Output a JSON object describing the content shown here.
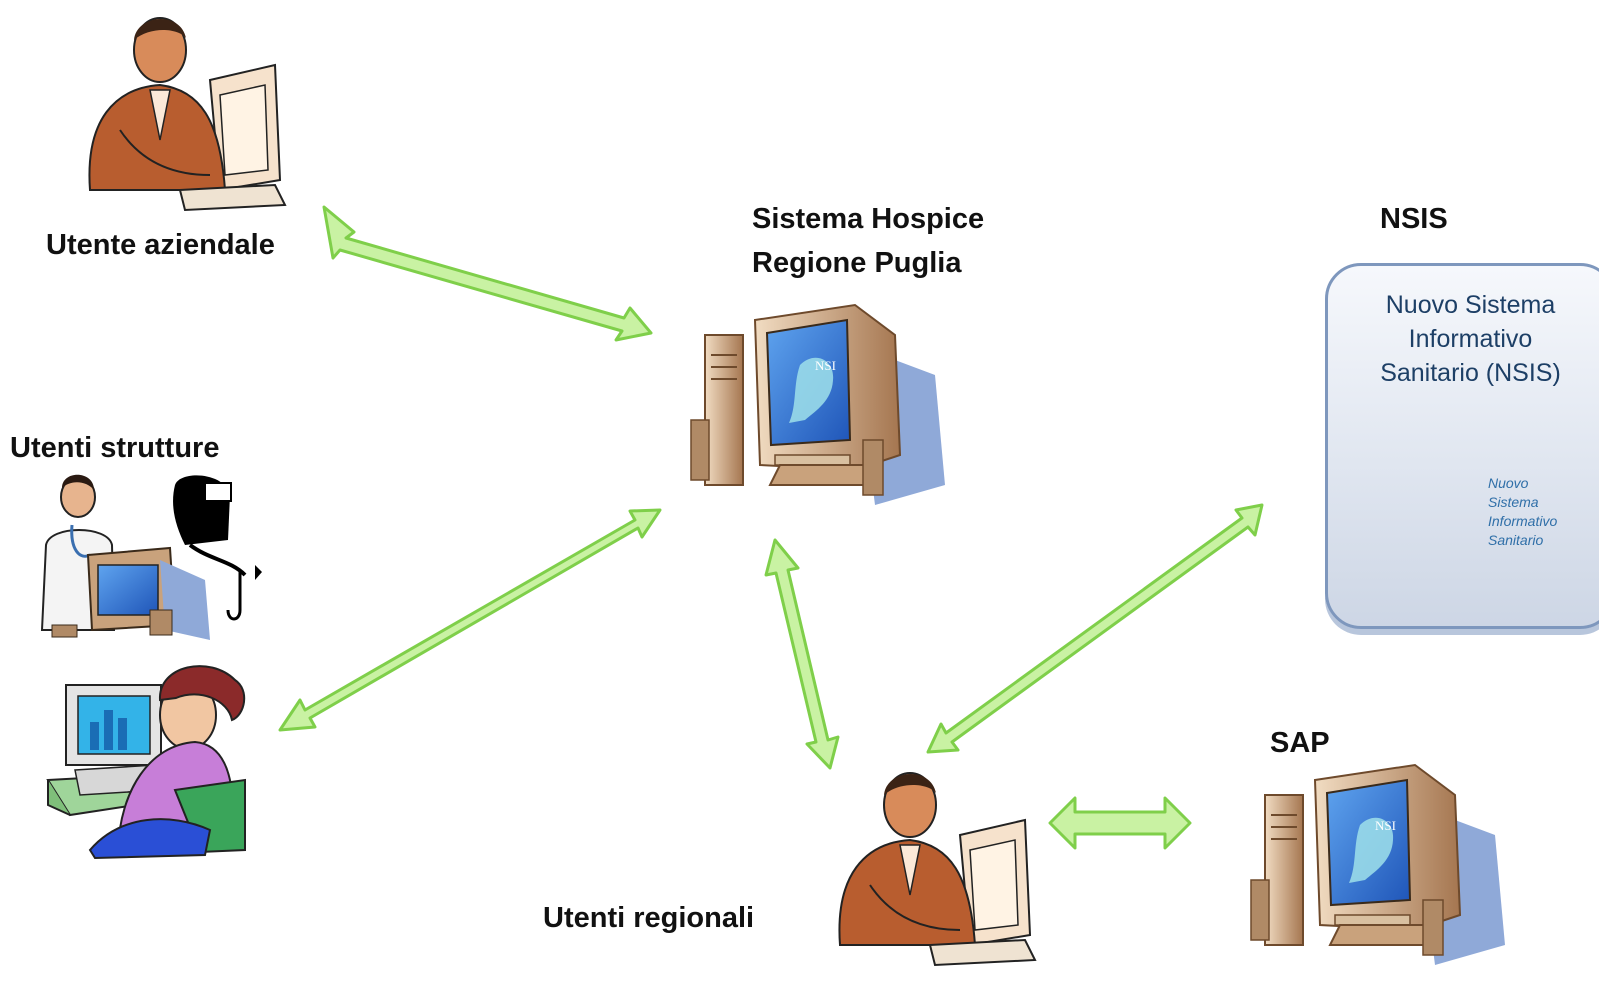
{
  "labels": {
    "utente_aziendale": "Utente aziendale",
    "utenti_strutture": "Utenti strutture",
    "sistema_line1": "Sistema Hospice",
    "sistema_line2": "Regione Puglia",
    "nsis": "NSIS",
    "sap": "SAP",
    "utenti_regionali": "Utenti regionali"
  },
  "nsis_card": {
    "title_lines": [
      "Nuovo Sistema",
      "Informativo",
      "Sanitario (NSIS)"
    ],
    "logo_lines": [
      "Nuovo",
      "Sistema",
      "Informativo",
      "Sanitario"
    ]
  },
  "monitor_screen_text": "NSI",
  "colors": {
    "arrow_fill": "#c9f2a3",
    "arrow_stroke": "#7fcf4a",
    "skin": "#d88b5a",
    "suit": "#b85d2f",
    "monitor_body": "#c9a27c",
    "screen": "#3f7fd6",
    "shadow": "#8fa9d8",
    "card_text": "#1d3f66",
    "logo_red": "#f1636a",
    "logo_blue": "#2f6fa8"
  }
}
